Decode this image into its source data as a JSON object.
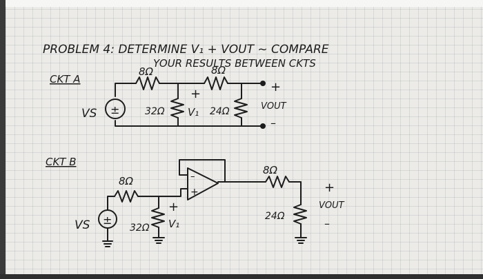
{
  "title": {
    "line1": "PROBLEM 4: DETERMINE V₁ + VOUT ~ COMPARE",
    "line2": "YOUR RESULTS BETWEEN CKTS"
  },
  "circuit_a": {
    "label": "CKT A",
    "source_label": "VS",
    "source_symbol": "±",
    "resistors": {
      "r1": "8Ω",
      "r2": "8Ω",
      "r3": "32Ω",
      "r4": "24Ω"
    },
    "v1_plus": "+",
    "v1_label": "V₁",
    "vout_plus": "+",
    "vout_label": "VOUT",
    "vout_minus": "–"
  },
  "circuit_b": {
    "label": "CKT B",
    "source_label": "VS",
    "source_symbol": "±",
    "resistors": {
      "r1": "8Ω",
      "r2": "32Ω",
      "r3": "8Ω",
      "r4": "24Ω"
    },
    "v1_plus": "+",
    "v1_label": "V₁",
    "opamp_minus": "–",
    "opamp_plus": "+",
    "vout_plus": "+",
    "vout_label": "VOUT",
    "vout_minus": "–"
  }
}
